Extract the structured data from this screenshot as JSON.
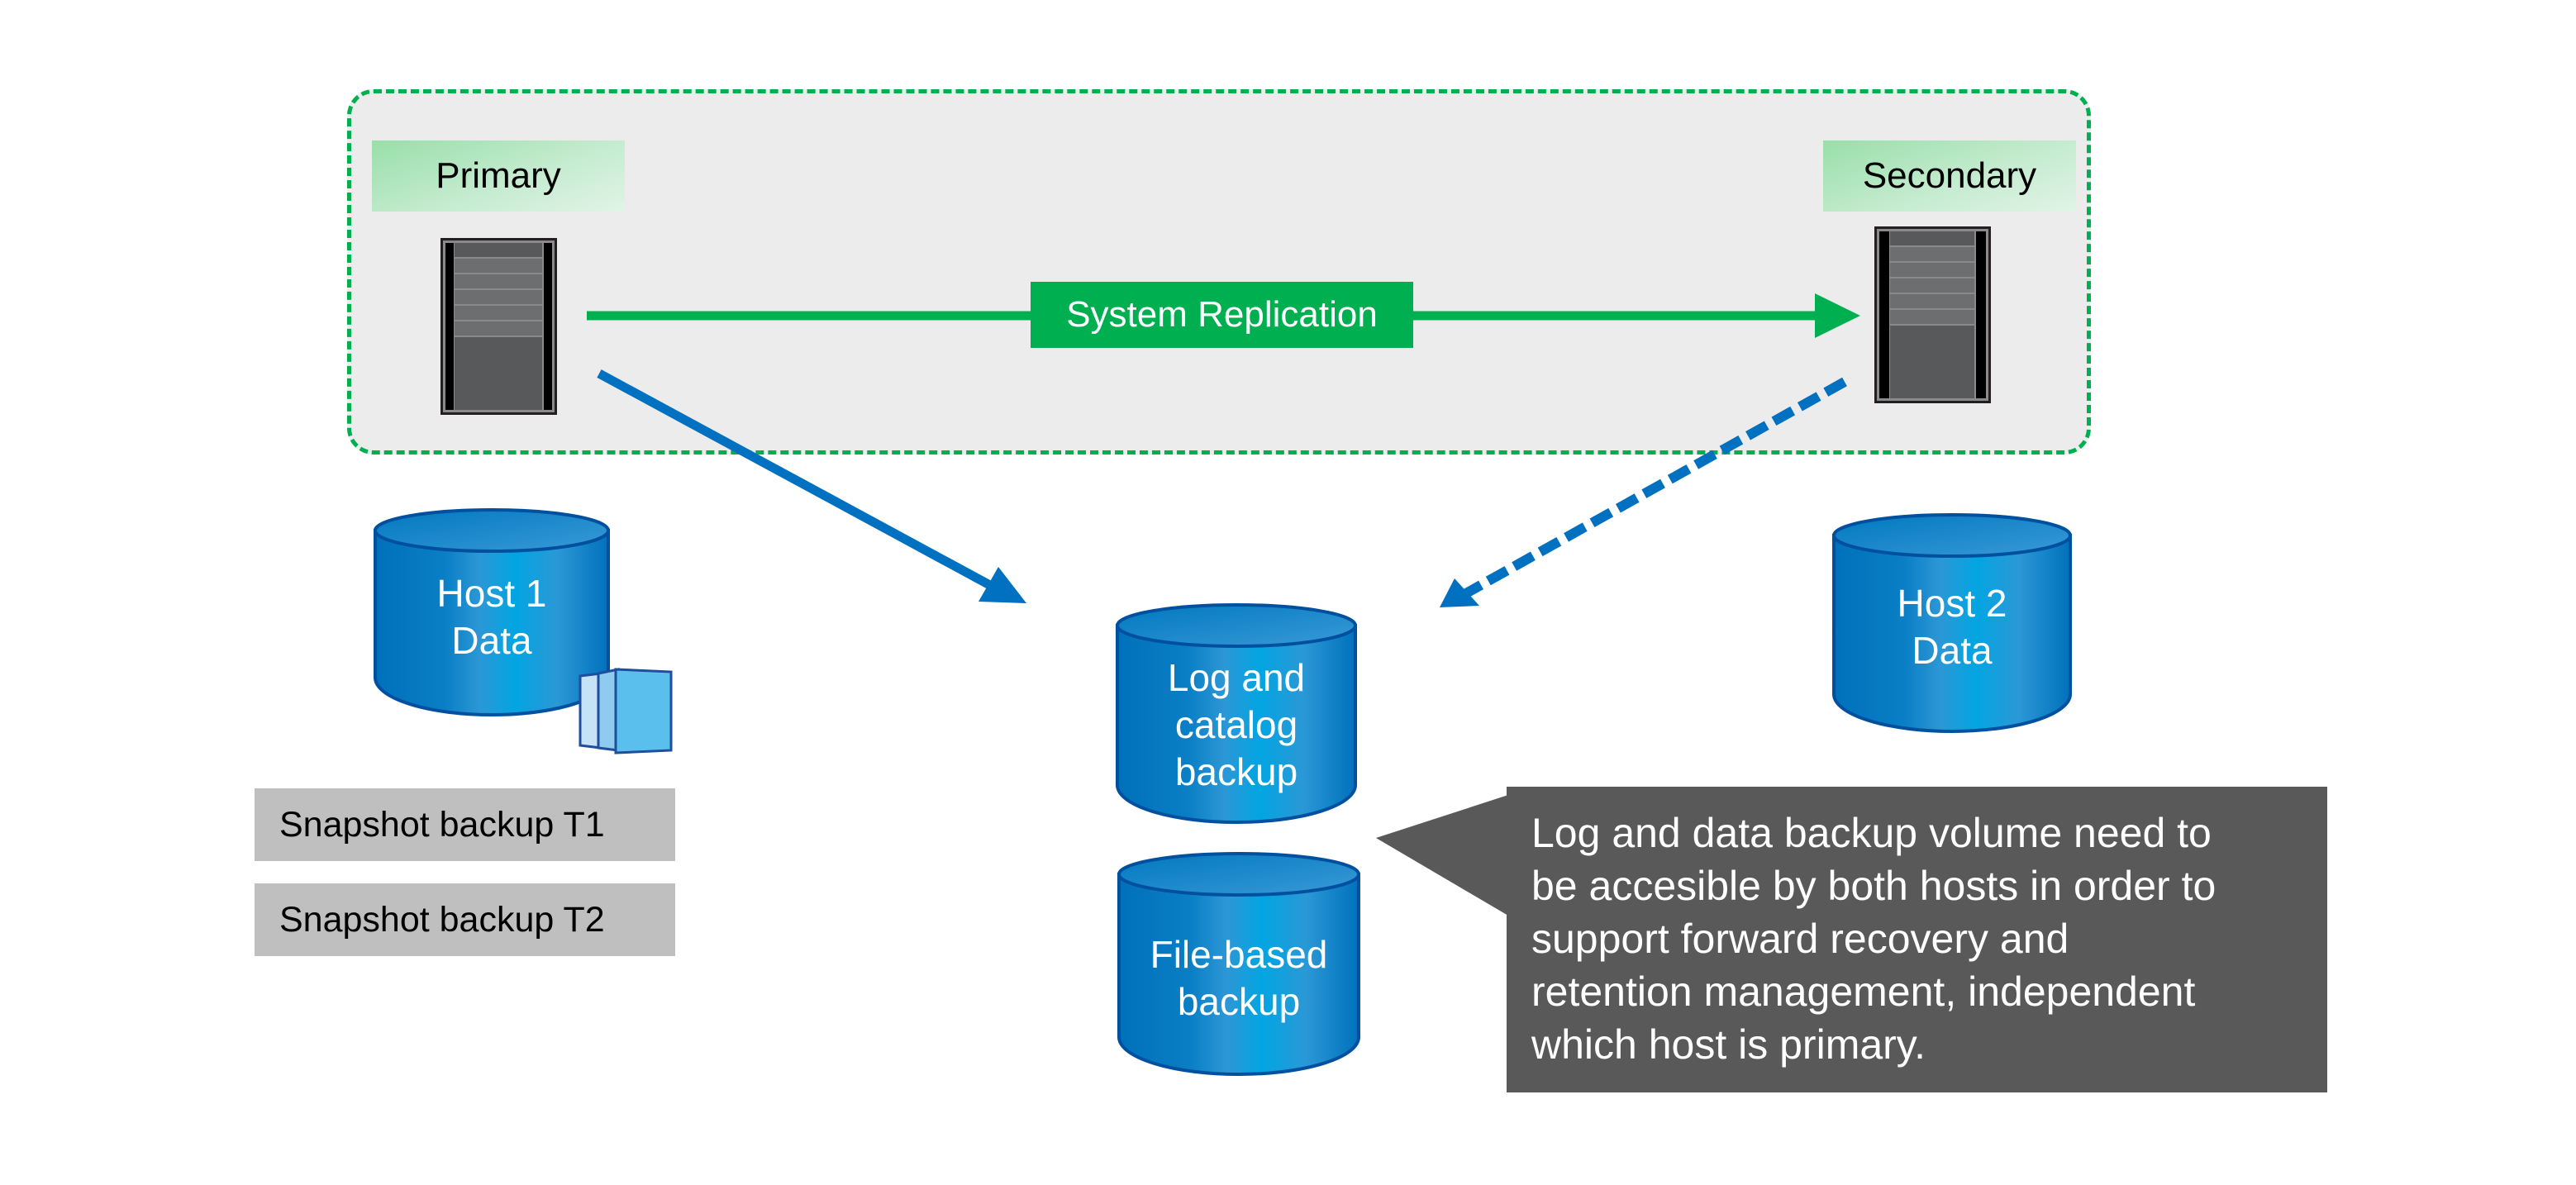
{
  "diagram": {
    "group": {
      "primary_label": "Primary",
      "secondary_label": "Secondary",
      "replication_label": "System Replication",
      "border_color": "#00b050",
      "background_color": "#ececec"
    },
    "volumes": {
      "host1": {
        "line1": "Host 1",
        "line2": "Data"
      },
      "host2": {
        "line1": "Host 2",
        "line2": "Data"
      },
      "log_catalog": {
        "line1": "Log and",
        "line2": "catalog",
        "line3": "backup"
      },
      "file_based": {
        "line1": "File-based",
        "line2": "backup"
      }
    },
    "snapshots": [
      {
        "label": "Snapshot backup T1"
      },
      {
        "label": "Snapshot backup T2"
      }
    ],
    "note": {
      "line1": "Log and data backup volume need to",
      "line2": "be accesible by both hosts in order to",
      "line3": "support forward recovery and",
      "line4": "retention management, independent",
      "line5": "which host is primary."
    },
    "connections": [
      {
        "from": "Primary",
        "to": "Secondary",
        "style": "solid",
        "color": "#00b050",
        "label": "System Replication"
      },
      {
        "from": "Primary",
        "to": "Log and catalog backup",
        "style": "solid",
        "color": "#0070c0"
      },
      {
        "from": "Secondary",
        "to": "Log and catalog backup",
        "style": "dashed",
        "color": "#0070c0"
      }
    ],
    "colors": {
      "replication": "#00b050",
      "backup_arrow": "#0070c0",
      "volume": "#0a84cc",
      "note_bg": "#595959",
      "snapshot_bg": "#bfbfbf"
    }
  }
}
